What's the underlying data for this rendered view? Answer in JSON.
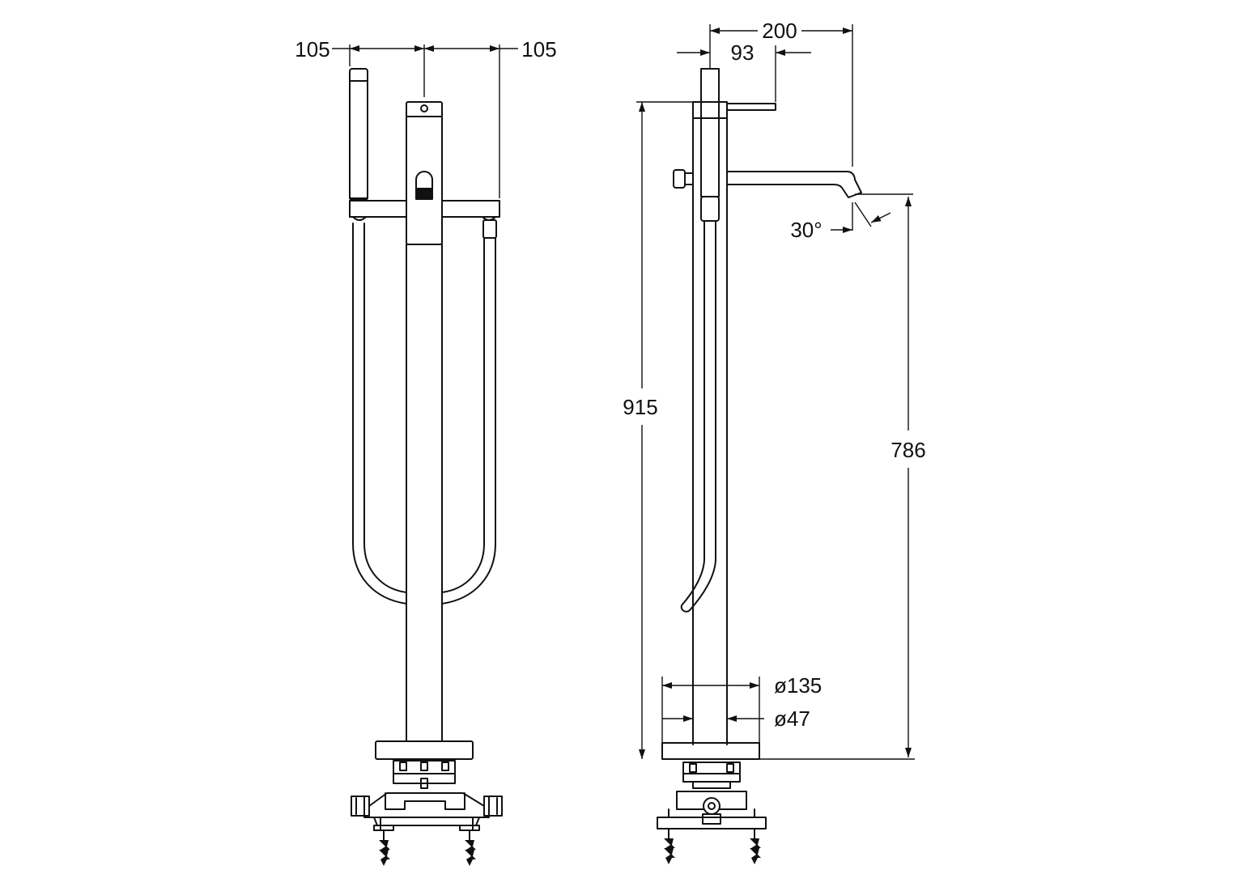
{
  "front_view": {
    "dim_left": "105",
    "dim_right": "105"
  },
  "side_view": {
    "dim_spout_reach": "200",
    "dim_handle_offset": "93",
    "dim_spout_angle": "30°",
    "dim_total_height": "915",
    "dim_spout_height": "786",
    "dim_base_diameter": "ø135",
    "dim_column_diameter": "ø47"
  },
  "colors": {
    "line": "#111111",
    "background": "#ffffff"
  }
}
